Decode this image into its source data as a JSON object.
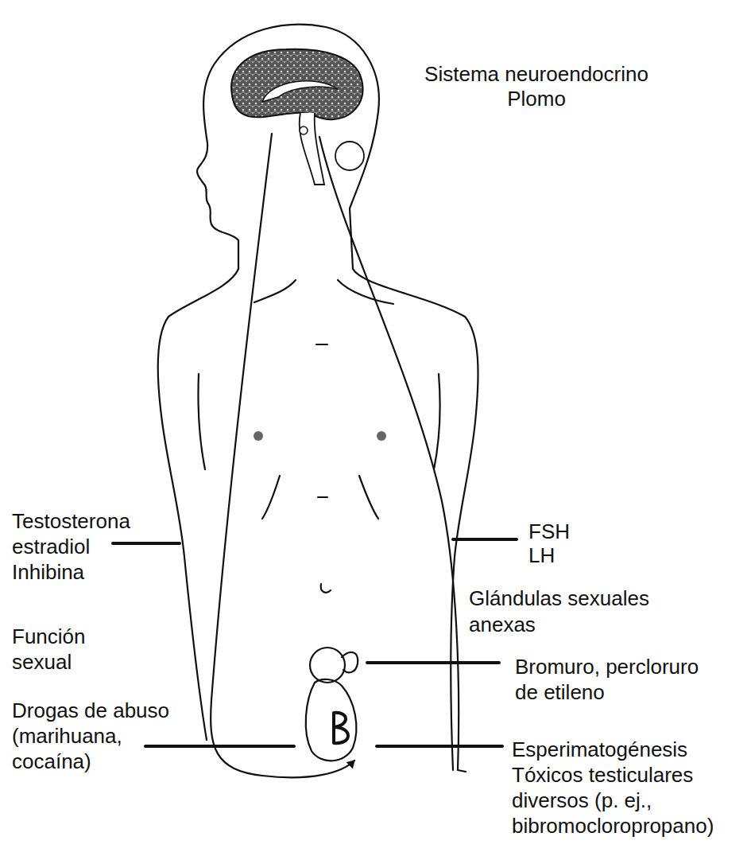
{
  "diagram": {
    "labels": [
      "Sistema neuroendocrino",
      "Plomo",
      "Testosterona estradiol Inhibina",
      "FSH LH",
      "Glándulas sexuales anexas",
      "Función sexual",
      "Bromuro, percloruro de etileno",
      "Drogas de abuso (marihuana, cocaína)",
      "Esperimatogénesis",
      "Tóxicos testiculares diversos (p. ej., bibromocloropropano)"
    ]
  }
}
